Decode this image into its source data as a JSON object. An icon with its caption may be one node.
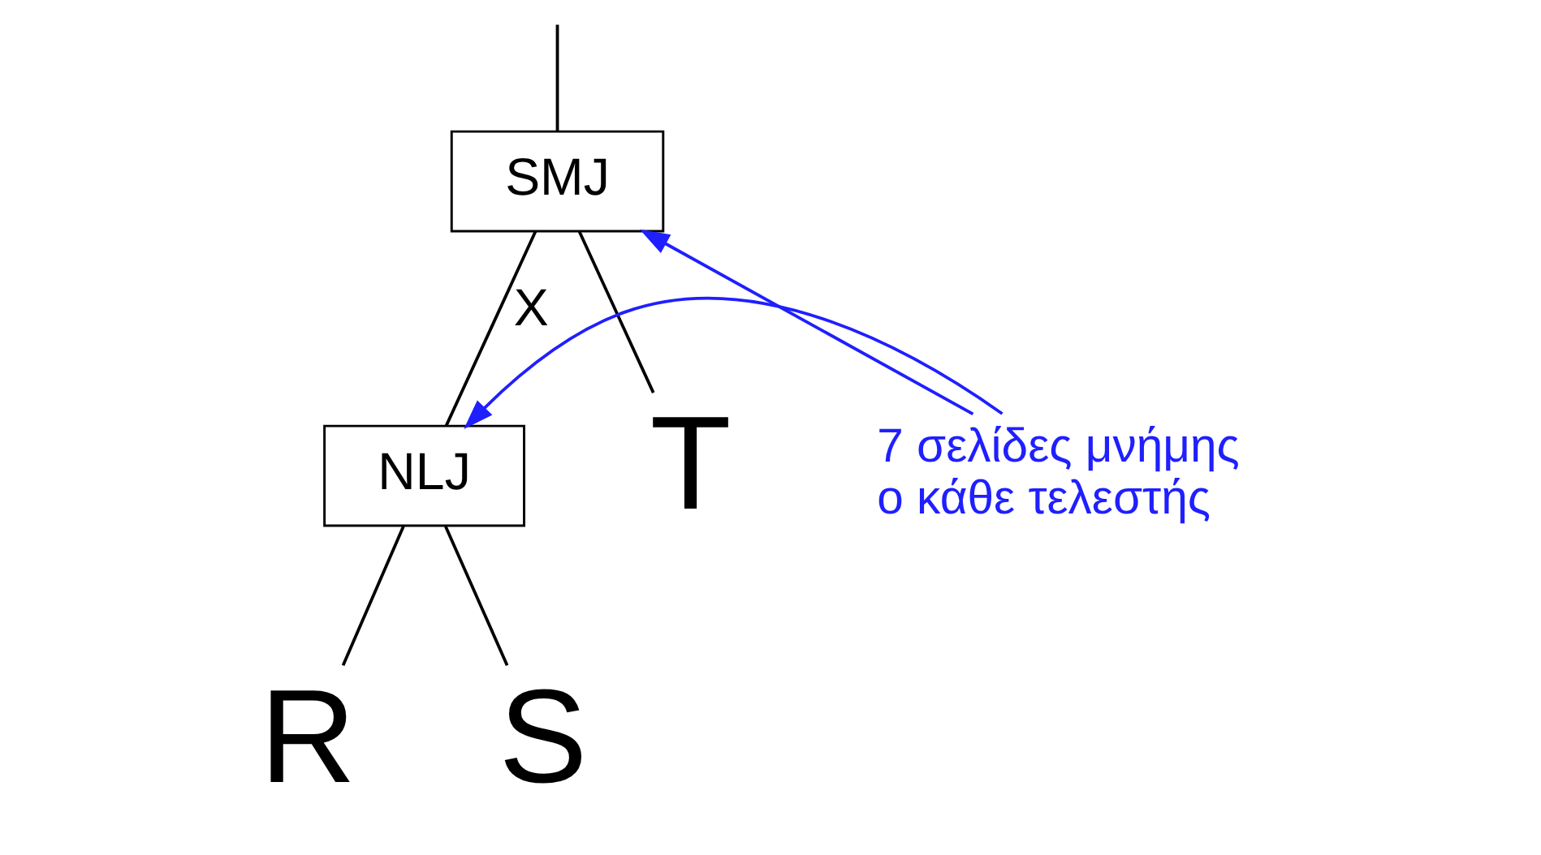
{
  "diagram": {
    "nodes": [
      {
        "text": [
          "SMJ"
        ]
      },
      {
        "text": [
          "NLJ"
        ]
      },
      {
        "text": [
          "T"
        ]
      },
      {
        "text": [
          "R"
        ]
      },
      {
        "text": [
          "S"
        ]
      },
      {
        "text": [
          "7 σελίδες μνήμης ο κάθε τελεστής"
        ]
      }
    ],
    "edges": [
      {
        "from": null,
        "to": 0,
        "arrow": "none"
      },
      {
        "from": 0,
        "to": 1,
        "arrow": "none",
        "label": "X"
      },
      {
        "from": 0,
        "to": 2,
        "arrow": "none"
      },
      {
        "from": 1,
        "to": 3,
        "arrow": "none"
      },
      {
        "from": 1,
        "to": 4,
        "arrow": "none"
      },
      {
        "from": 5,
        "to": 0,
        "arrow": "to",
        "color": "#1f1fff"
      },
      {
        "from": 5,
        "to": 1,
        "arrow": "to",
        "color": "#1f1fff"
      }
    ]
  }
}
